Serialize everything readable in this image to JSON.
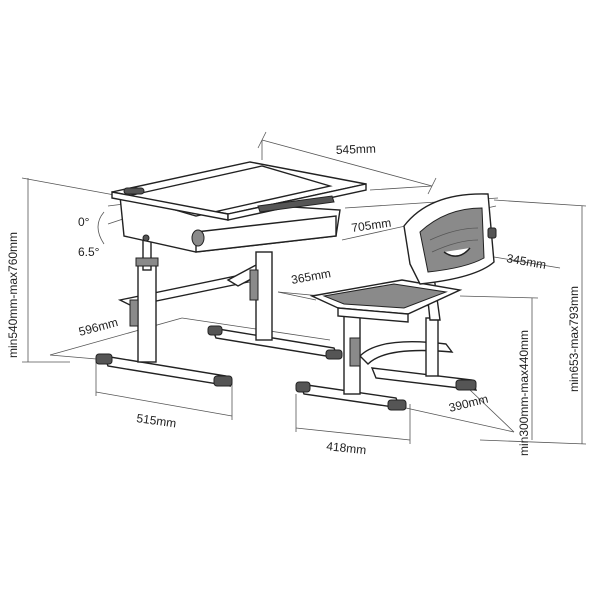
{
  "dimensions": {
    "desk_width": "545mm",
    "desk_depth": "705mm",
    "desk_height": "min540mm-max760mm",
    "tilt_flat": "0°",
    "tilt_angle": "6.5°",
    "desk_leg_depth": "596mm",
    "desk_base_width": "515mm",
    "seat_depth": "365mm",
    "backrest_width": "345mm",
    "chair_height": "min653-max793mm",
    "seat_height": "min300mm-max440mm",
    "chair_base_depth": "390mm",
    "chair_base_width": "418mm"
  }
}
